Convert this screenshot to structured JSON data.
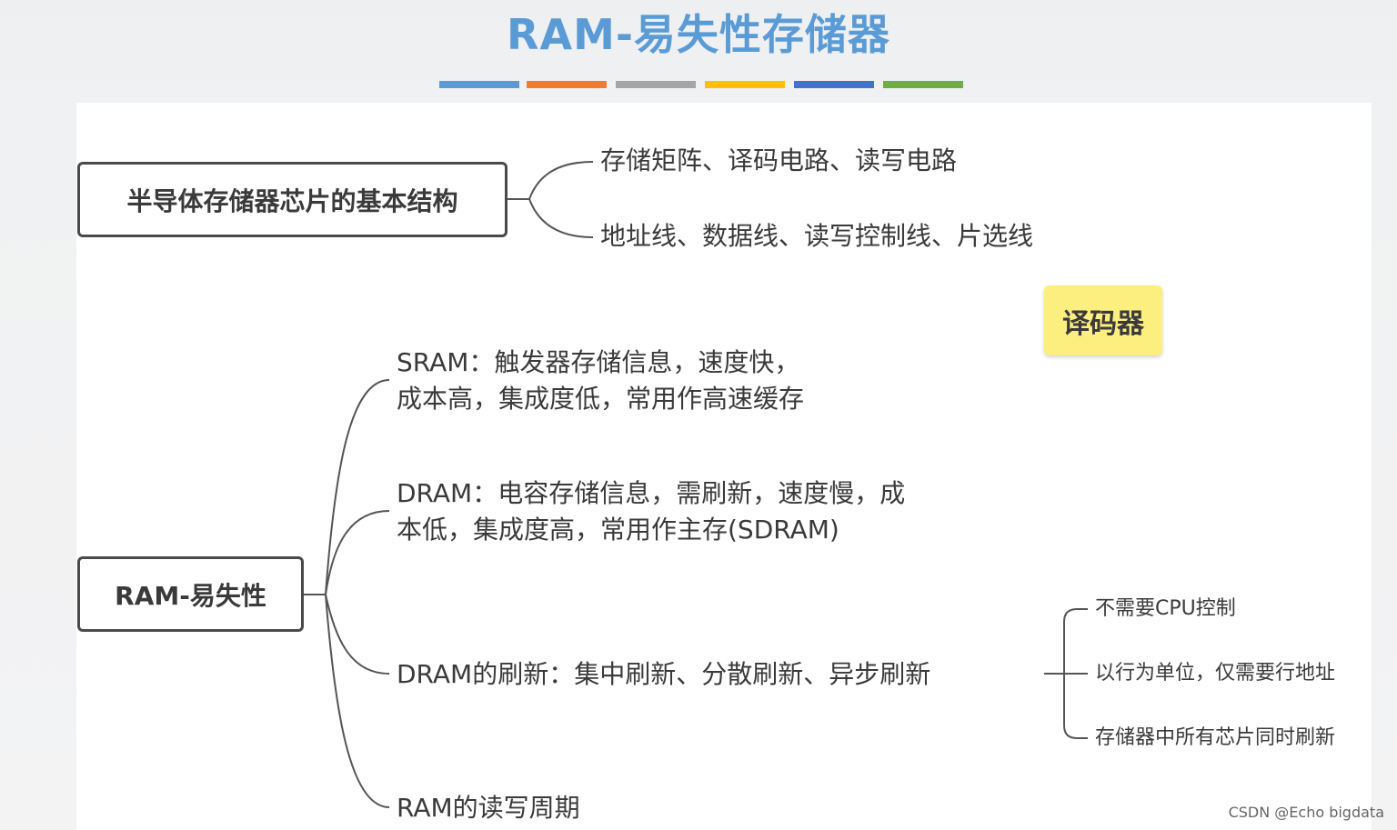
{
  "title": "RAM-易失性存储器",
  "accent_colors": [
    "#5b9bd5",
    "#ed7d31",
    "#a5a5a5",
    "#ffc000",
    "#4472c4",
    "#70ad47"
  ],
  "mindmap1": {
    "root": "半导体存储器芯片的基本结构",
    "children": [
      "存储矩阵、译码电路、读写电路",
      "地址线、数据线、读写控制线、片选线"
    ]
  },
  "sticky_note": "译码器",
  "mindmap2": {
    "root": "RAM-易失性",
    "sram": {
      "line1": "SRAM：触发器存储信息，速度快，",
      "line2": "成本高，集成度低，常用作高速缓存"
    },
    "dram": {
      "line1": "DRAM：电容存储信息，需刷新，速度慢，成",
      "line2": "本低，集成度高，常用作主存(SDRAM)"
    },
    "refresh": "DRAM的刷新：集中刷新、分散刷新、异步刷新",
    "refresh_details": [
      "不需要CPU控制",
      "以行为单位，仅需要行地址",
      "存储器中所有芯片同时刷新"
    ],
    "rw_cycle": "RAM的读写周期"
  },
  "watermark": "CSDN @Echo bigdata"
}
